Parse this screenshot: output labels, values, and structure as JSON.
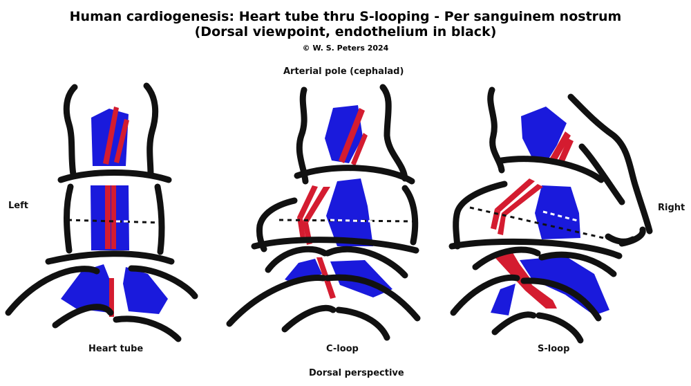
{
  "header": {
    "title_line1": "Human cardiogenesis: Heart tube thru S-looping - Per sanguinem nostrum",
    "title_line2": "(Dorsal viewpoint, endothelium in black)",
    "credit": "© W. S. Peters 2024"
  },
  "orientation": {
    "top": "Arterial pole (cephalad)",
    "left": "Left",
    "right": "Right",
    "bottom": "Dorsal perspective"
  },
  "stages": [
    {
      "label": "Heart tube"
    },
    {
      "label": "C-loop"
    },
    {
      "label": "S-loop"
    }
  ],
  "colors": {
    "outline": "#111111",
    "lumen": "#1a1adc",
    "vessel": "#d41c30",
    "midline": "#111111"
  }
}
